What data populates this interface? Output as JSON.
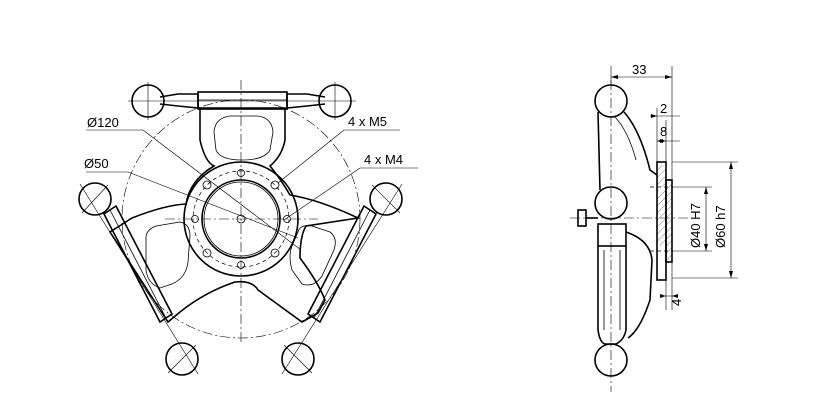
{
  "front_view": {
    "dim_outer_circle": "Ø120",
    "dim_hub_circle": "Ø50",
    "dim_bolt_m5": "4 x M5",
    "dim_bolt_m4": "4 x M4"
  },
  "side_view": {
    "dim_width": "33",
    "dim_flange_top": "2",
    "dim_flange_thickness": "8",
    "dim_bore": "Ø40 H7",
    "dim_spigot": "Ø60 h7",
    "dim_spigot_depth": "4"
  }
}
